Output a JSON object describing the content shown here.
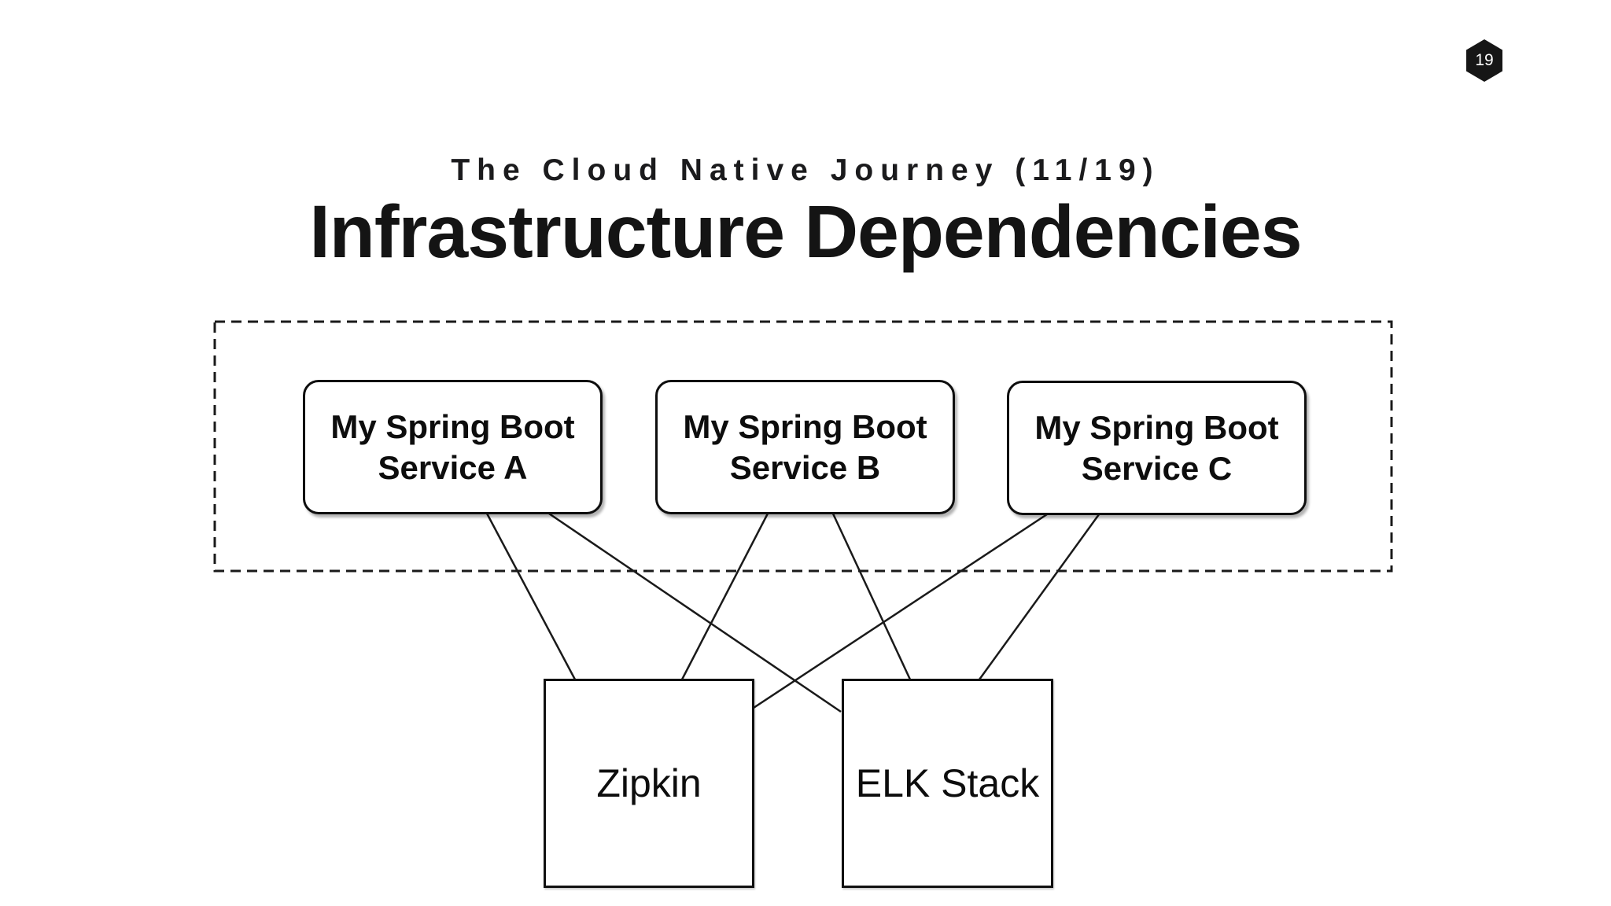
{
  "slide": {
    "page_badge": "19",
    "kicker": "The Cloud Native Journey (11/19)",
    "title": "Infrastructure Dependencies"
  },
  "diagram": {
    "services": [
      {
        "line1": "My Spring Boot",
        "line2": "Service A"
      },
      {
        "line1": "My Spring Boot",
        "line2": "Service B"
      },
      {
        "line1": "My Spring Boot",
        "line2": "Service C"
      }
    ],
    "infrastructure": [
      {
        "label": "Zipkin"
      },
      {
        "label": "ELK Stack"
      }
    ],
    "edges": [
      {
        "from": "My Spring Boot Service A",
        "to": "Zipkin"
      },
      {
        "from": "My Spring Boot Service A",
        "to": "ELK Stack"
      },
      {
        "from": "My Spring Boot Service B",
        "to": "Zipkin"
      },
      {
        "from": "My Spring Boot Service B",
        "to": "ELK Stack"
      },
      {
        "from": "My Spring Boot Service C",
        "to": "Zipkin"
      },
      {
        "from": "My Spring Boot Service C",
        "to": "ELK Stack"
      }
    ],
    "colors": {
      "stroke": "#1a1a1a",
      "text": "#111111",
      "box_background": "#ffffff",
      "badge_background": "#161616",
      "badge_text": "#ffffff"
    }
  }
}
